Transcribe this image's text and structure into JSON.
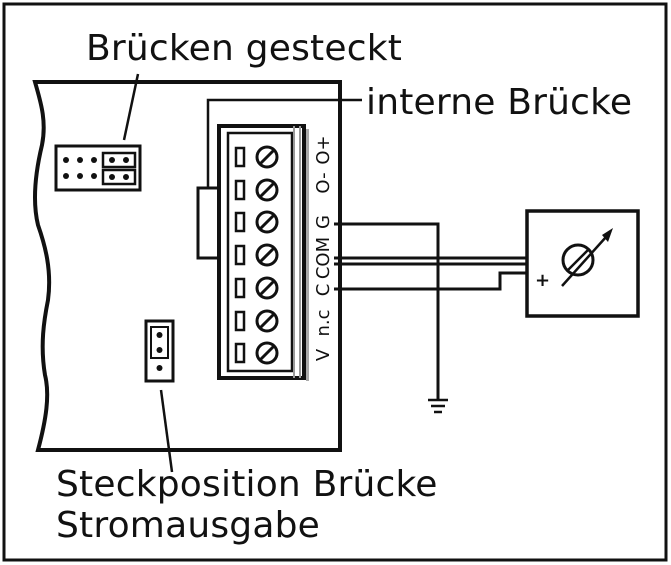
{
  "labels": {
    "bridges_inserted": "Brücken gesteckt",
    "internal_bridge": "interne Brücke",
    "plug_position_line1": "Steckposition Brücke",
    "plug_position_line2": "Stromausgabe"
  },
  "terminals": [
    "O+",
    "O-",
    "G",
    "COM",
    "C",
    "n.c",
    "V"
  ],
  "meter_polarity": "+",
  "icons": {
    "meter": "ammeter-gauge-icon",
    "ground": "ground-symbol-icon",
    "screw": "terminal-screw-icon"
  },
  "colors": {
    "line": "#111111",
    "background": "#ffffff",
    "panel_border": "#aaaaaa"
  }
}
